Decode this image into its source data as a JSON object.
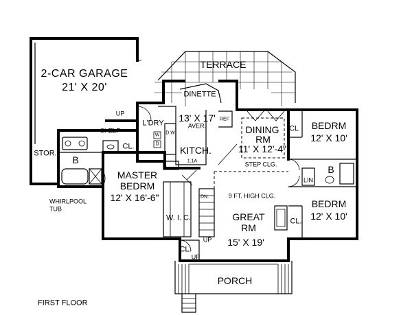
{
  "title": "FIRST FLOOR",
  "rooms": {
    "garage": {
      "name": "2-CAR GARAGE",
      "size": "21' X 20'"
    },
    "terrace": {
      "name": "TERRACE"
    },
    "dinette": {
      "name": "DINETTE"
    },
    "kitchen": {
      "size": "13' X 17'",
      "note": "AVER.",
      "name": "KITCH."
    },
    "laundry": {
      "name": "L'DRY"
    },
    "dining": {
      "name1": "DINING",
      "name2": "RM",
      "size": "11' X 12'-4\"",
      "note": "STEP CLG."
    },
    "bedroom1": {
      "name": "BEDRM",
      "size": "12' X 10'"
    },
    "bedroom2": {
      "name": "BEDRM",
      "size": "12' X 10'"
    },
    "master": {
      "name1": "MASTER",
      "name2": "BEDRM",
      "size": "12' X 16'-6\""
    },
    "great": {
      "note": "9 FT. HIGH CLG.",
      "name1": "GREAT",
      "name2": "RM",
      "size": "15' X 19'"
    },
    "porch": {
      "name": "PORCH"
    },
    "wic": {
      "name": "W. I. C."
    }
  },
  "labels": {
    "up1": "UP",
    "up2": "UP",
    "up3": "UP",
    "shelf": "SHELF",
    "stor": "STOR.",
    "bath1": "B",
    "bath2": "B",
    "cl_master": "CL.",
    "cl_bed1": "CL",
    "cl_bed2": "CL.",
    "cl_great": "CL.",
    "lin": "LIN",
    "whirlpool1": "WHIRLPOOL",
    "whirlpool2": "TUB",
    "ref": "REF",
    "w": "W",
    "d": "D",
    "dw": "D.W",
    "dn": "DN.",
    "hall_note": "1.1A"
  }
}
